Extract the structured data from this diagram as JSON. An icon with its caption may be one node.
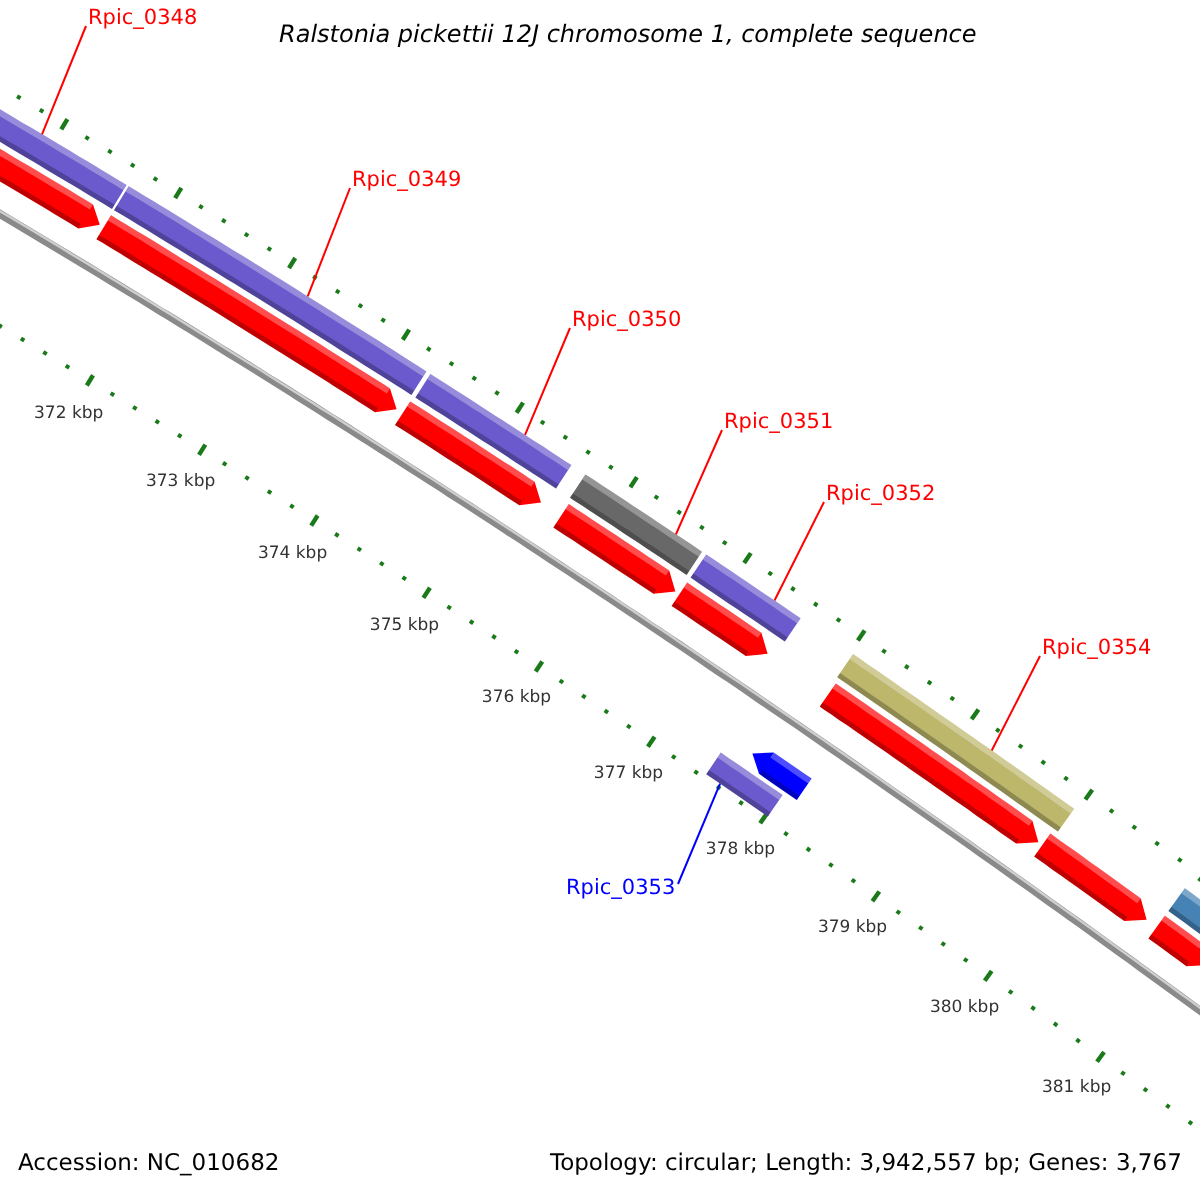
{
  "diagram": {
    "title": "Ralstonia pickettii 12J chromosome 1, complete sequence",
    "nodes": [
      {
        "text": [
          "Rpic_0348"
        ]
      },
      {
        "text": [],
        "shape": "bar"
      },
      {
        "text": [
          "Rpic_0349"
        ]
      },
      {
        "text": [],
        "shape": "bar"
      },
      {
        "text": [
          "Rpic_0350"
        ]
      },
      {
        "text": [],
        "shape": "bar"
      },
      {
        "text": [
          "Rpic_0351"
        ]
      },
      {
        "text": [],
        "shape": "bar"
      },
      {
        "text": [
          "Rpic_0352"
        ]
      },
      {
        "text": [],
        "shape": "bar"
      },
      {
        "text": [
          "Rpic_0354"
        ]
      },
      {
        "text": [],
        "shape": "bar"
      },
      {
        "text": [
          "Rpic_0353"
        ]
      },
      {
        "text": [],
        "shape": "bar"
      },
      {
        "text": [],
        "shape": "bar"
      },
      {
        "text": [],
        "shape": "bar"
      },
      {
        "text": [],
        "shape": "bar"
      },
      {
        "text": [],
        "shape": "bar"
      },
      {
        "text": [],
        "shape": "bar"
      },
      {
        "text": [],
        "shape": "bar"
      },
      {
        "text": [],
        "shape": "bar"
      },
      {
        "text": [],
        "shape": "bar"
      },
      {
        "text": [],
        "shape": "bar"
      },
      {
        "text": [],
        "shape": "bar"
      }
    ],
    "edges": [
      {
        "from": 0,
        "to": 1,
        "arrow": "none"
      },
      {
        "from": 2,
        "to": 3,
        "arrow": "none"
      },
      {
        "from": 4,
        "to": 5,
        "arrow": "none"
      },
      {
        "from": 6,
        "to": 7,
        "arrow": "none"
      },
      {
        "from": 8,
        "to": 9,
        "arrow": "none"
      },
      {
        "from": 10,
        "to": 11,
        "arrow": "none"
      },
      {
        "from": 12,
        "to": 13,
        "arrow": "none",
        "color": "#0000ff"
      }
    ],
    "labels": [
      "372 kbp",
      "373 kbp",
      "374 kbp",
      "375 kbp",
      "376 kbp",
      "377 kbp",
      "378 kbp",
      "379 kbp",
      "380 kbp",
      "381 kbp",
      "Accession: NC_010682",
      "Topology: circular; Length: 3,942,557 bp; Genes: 3,767"
    ]
  }
}
